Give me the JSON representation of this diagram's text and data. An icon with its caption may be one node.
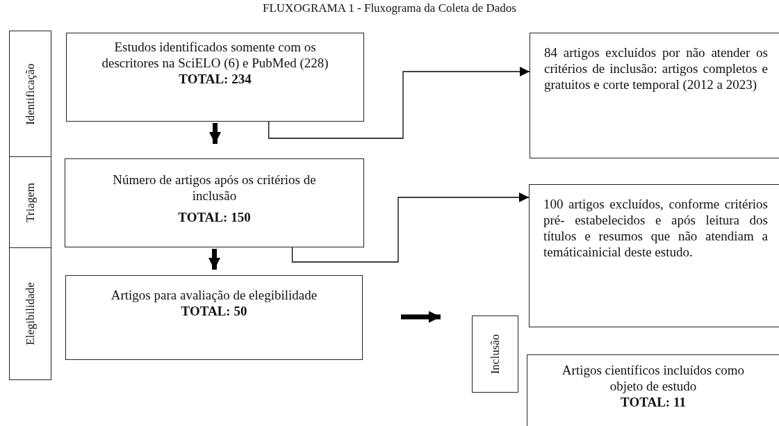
{
  "diagram": {
    "title": "FLUXOGRAMA 1 - Fluxograma da Coleta de Dados",
    "nodes": [
      {
        "text": [
          "Identificação"
        ]
      },
      {
        "text": [
          "Estudos identificados somente com os descritores na SciELO (6) e PubMed (228)",
          "TOTAL: 234"
        ]
      },
      {
        "text": [
          "84 artigos excluídos por não atender os critérios de inclusão: artigos completos e gratuitos e corte temporal (2012 a 2023)"
        ]
      },
      {
        "text": [
          "Triagem"
        ]
      },
      {
        "text": [
          "Número de artigos após os critérios de inclusão",
          "TOTAL: 150"
        ]
      },
      {
        "text": [
          "100 artigos excluídos, conforme critérios pré- estabelecidos e após leitura dos títulos e resumos que não atendiam a temáticainicial deste estudo."
        ]
      },
      {
        "text": [
          "Elegibilidade"
        ]
      },
      {
        "text": [
          "Artigos para avaliação de elegibilidade",
          "TOTAL: 50"
        ]
      },
      {
        "text": [
          "Inclusão"
        ]
      },
      {
        "text": [
          "Artigos científicos incluídos como objeto de estudo",
          "TOTAL: 11"
        ]
      }
    ],
    "edges": [
      {
        "from": 1,
        "to": 4,
        "arrow": "to"
      },
      {
        "from": 1,
        "to": 2,
        "arrow": "to"
      },
      {
        "from": 4,
        "to": 7,
        "arrow": "to"
      },
      {
        "from": 4,
        "to": 5,
        "arrow": "to"
      },
      {
        "from": 7,
        "to": 8,
        "arrow": "to"
      }
    ]
  }
}
